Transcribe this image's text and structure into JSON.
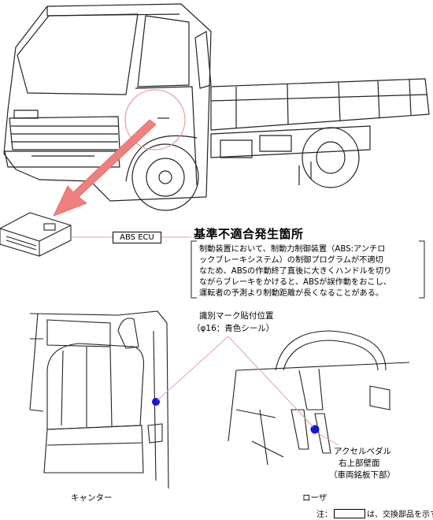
{
  "heading": "基準不適合発生箇所",
  "ecu_label": "ABS ECU",
  "description_lines": [
    "制動装置において、制動力制御装置（ABS:アンチロ",
    "ックブレーキシステム）の制御プログラムが不適切",
    "なため、ABSの作動終了直後に大きくハンドルを切り",
    "ながらブレーキをかけると、ABSが誤作動をおこし、",
    "運転者の予測より制動距離が長くなることがある。"
  ],
  "mark": {
    "title": "識別マーク貼付位置",
    "subtitle": "（φ16：青色シール）"
  },
  "pedal_location": {
    "line1": "アクセルペダル",
    "line2": "右上部壁面",
    "line3": "（車両銘板下部）"
  },
  "captions": {
    "left": "キャンター",
    "right": "ローザ"
  },
  "note": {
    "prefix": "注：",
    "suffix": "は、交換部品を示す。"
  },
  "colors": {
    "arrow": "#f08080",
    "leader": "#e8a0a0",
    "seal": "#1414e0",
    "line": "#222222"
  }
}
